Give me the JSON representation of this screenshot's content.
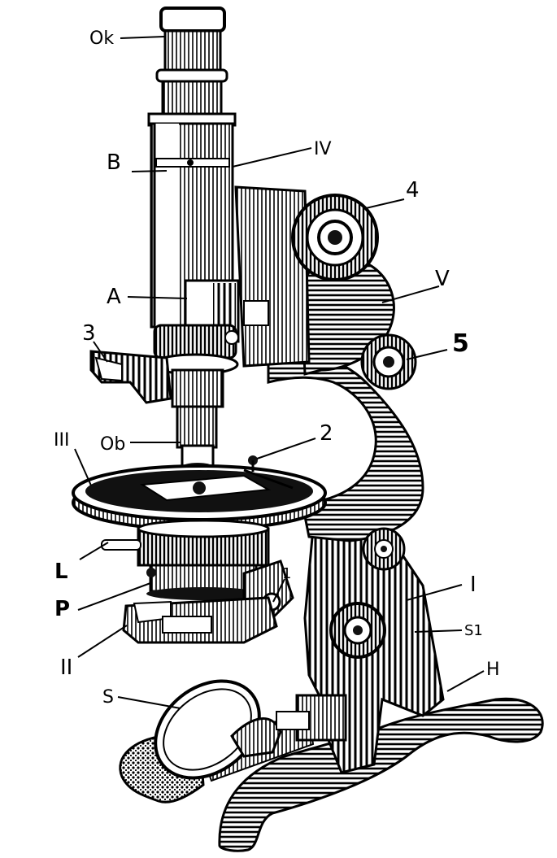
{
  "diagram": {
    "labels": {
      "ok": "Ok",
      "iv": "IV",
      "b": "B",
      "four": "4",
      "v": "V",
      "a": "A",
      "three": "3",
      "five": "5",
      "iii": "III",
      "ob": "Ob",
      "two": "2",
      "l": "L",
      "one": "1",
      "p": "P",
      "i": "I",
      "s1": "S1",
      "ii": "II",
      "h": "H",
      "s": "S"
    }
  }
}
